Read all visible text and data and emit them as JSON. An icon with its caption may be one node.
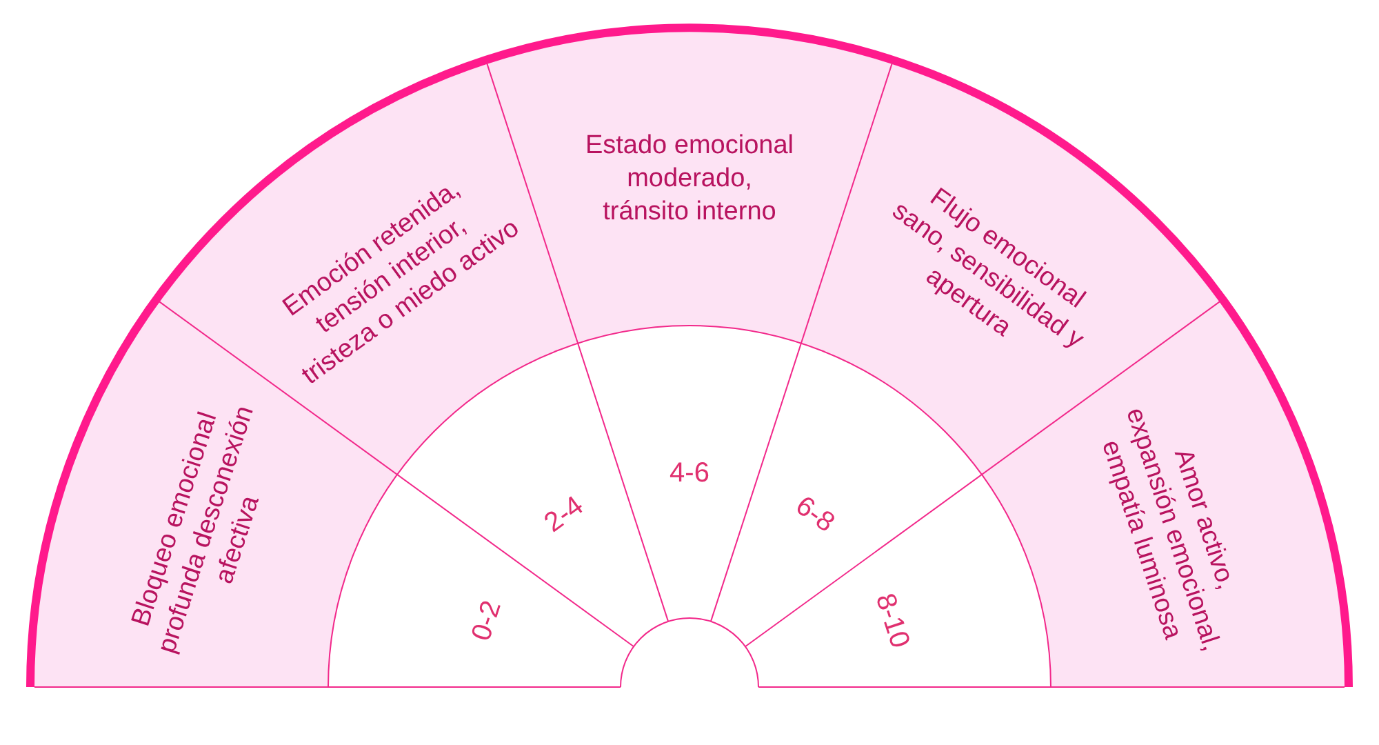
{
  "diagram": {
    "nodes": [
      {
        "text": [
          "Bloqueo emocional profunda desconexión afectiva"
        ]
      },
      {
        "text": [
          "Emoción retenida, tensión interior, tristeza o miedo activo"
        ]
      },
      {
        "text": [
          "Estado emocional moderado, tránsito interno"
        ]
      },
      {
        "text": [
          "Flujo emocional sano, sensibilidad y apertura"
        ]
      },
      {
        "text": [
          "Amor activo, expansión emocional, empatía luminosa"
        ]
      },
      {
        "text": [
          "0-2"
        ]
      },
      {
        "text": [
          "2-4"
        ]
      },
      {
        "text": [
          "4-6"
        ]
      },
      {
        "text": [
          "6-8"
        ]
      },
      {
        "text": [
          "8-10"
        ]
      }
    ]
  }
}
